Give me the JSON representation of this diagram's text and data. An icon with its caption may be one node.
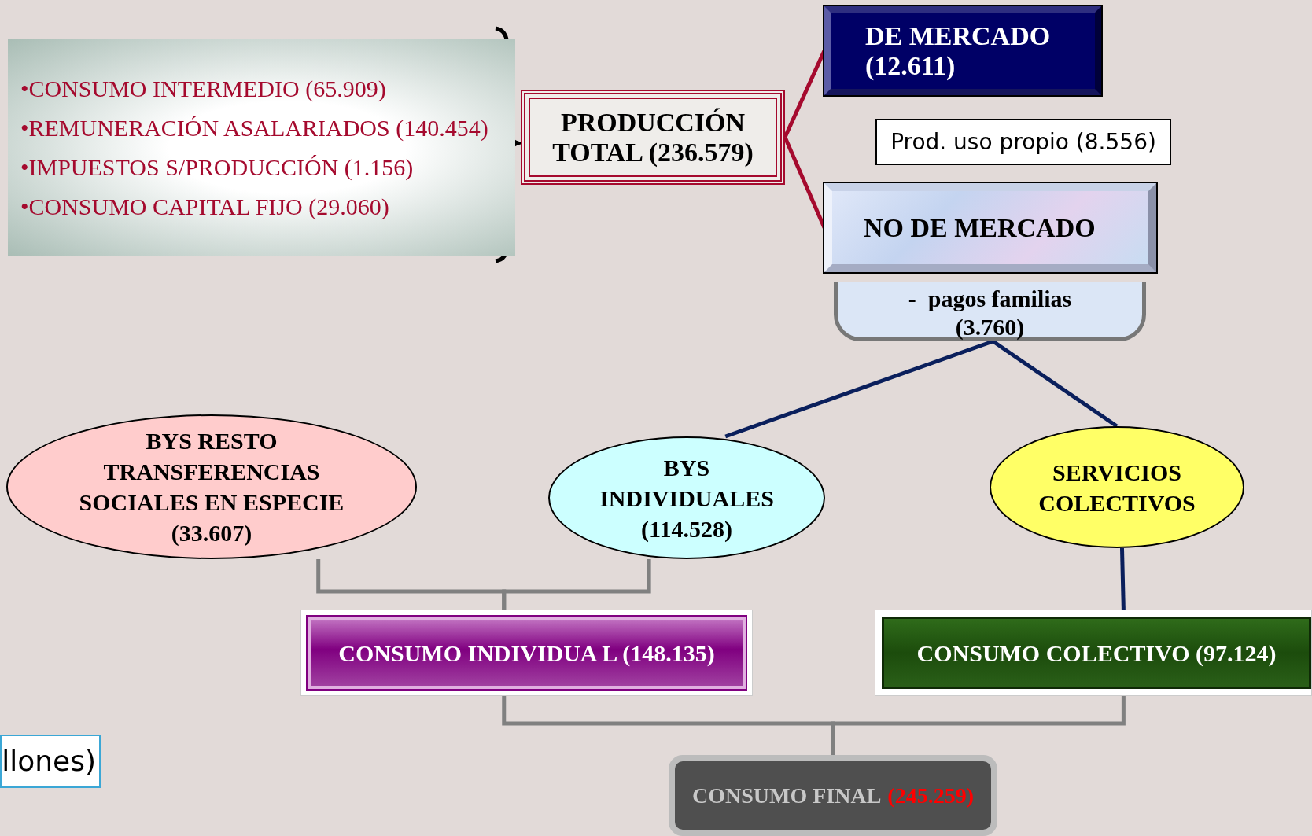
{
  "diagram": {
    "nodes": [
      {
        "text": [
          "•CONSUMO INTERMEDIO (65.909)",
          "•REMUNERACIÓN ASALARIADOS (140.454)",
          "•IMPUESTOS S/PRODUCCIÓN (1.156)",
          "•CONSUMO CAPITAL FIJO (29.060)"
        ]
      },
      {
        "text": [
          "PRODUCCIÓN TOTAL (236.579)"
        ]
      },
      {
        "text": [
          "DE MERCADO (12.611)"
        ]
      },
      {
        "text": [
          "Prod. uso propio (8.556)"
        ]
      },
      {
        "text": [
          "NO DE MERCADO"
        ]
      },
      {
        "text": [
          "-  pagos familias (3.760)"
        ]
      },
      {
        "text": [
          "BYS RESTO TRANSFERENCIAS SOCIALES EN ESPECIE (33.607)"
        ]
      },
      {
        "text": [
          "BYS INDIVIDUALES (114.528)"
        ]
      },
      {
        "text": [
          "SERVICIOS COLECTIVOS"
        ]
      },
      {
        "text": [
          "CONSUMO INDIVIDUA L (148.135)"
        ]
      },
      {
        "text": [
          "CONSUMO COLECTIVO (97.124)"
        ]
      },
      {
        "text": [
          "CONSUMO FINAL",
          "(245.259)"
        ]
      },
      {
        "text": [
          "llones)"
        ]
      }
    ],
    "edges": [
      {
        "from": 1,
        "to": 2,
        "arrow": "none",
        "color": "#a50a2e"
      },
      {
        "from": 1,
        "to": 4,
        "arrow": "none",
        "color": "#a50a2e"
      },
      {
        "from": 5,
        "to": 7,
        "arrow": "none",
        "color": "#0a1f5c"
      },
      {
        "from": 5,
        "to": 8,
        "arrow": "none",
        "color": "#0a1f5c"
      },
      {
        "from": 6,
        "to": 9,
        "arrow": "none"
      },
      {
        "from": 7,
        "to": 9,
        "arrow": "none"
      },
      {
        "from": 8,
        "to": 10,
        "arrow": "none",
        "color": "#0a1f5c"
      },
      {
        "from": 9,
        "to": 11,
        "arrow": "none"
      },
      {
        "from": 10,
        "to": 11,
        "arrow": "none"
      }
    ]
  }
}
